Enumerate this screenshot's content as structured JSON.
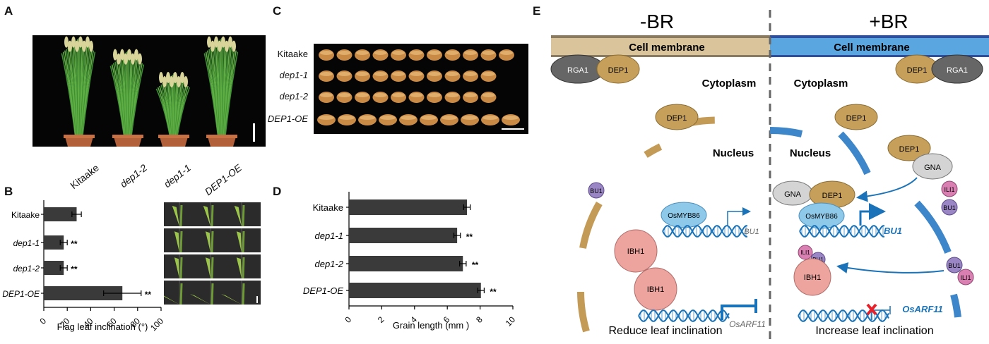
{
  "panels": {
    "A": {
      "letter": "A",
      "labels": [
        "Kitaake",
        "dep1-2",
        "dep1-1",
        "DEP1-OE"
      ],
      "heights": [
        0.78,
        0.68,
        0.5,
        0.78
      ]
    },
    "B": {
      "letter": "B",
      "xlabel": "Flag leaf inclination (°)",
      "sig": "**",
      "chart_data": {
        "type": "bar",
        "orientation": "horizontal",
        "categories": [
          "Kitaake",
          "dep1-1",
          "dep1-2",
          "DEP1-OE"
        ],
        "values": [
          28,
          17,
          17,
          67
        ],
        "errors": [
          4,
          3,
          3,
          16
        ],
        "significant": [
          false,
          true,
          true,
          true
        ],
        "xlim": [
          0,
          100
        ],
        "xticks": [
          0,
          20,
          40,
          60,
          80,
          100
        ],
        "xlabel": "Flag leaf inclination (°)",
        "ylabel": ""
      }
    },
    "C": {
      "letter": "C",
      "labels": [
        "Kitaake",
        "dep1-1",
        "dep1-2",
        "DEP1-OE"
      ],
      "italic": [
        false,
        true,
        true,
        true
      ],
      "grain_counts": [
        11,
        10,
        10,
        10
      ]
    },
    "D": {
      "letter": "D",
      "xlabel": "Grain length (mm )",
      "sig": "**",
      "chart_data": {
        "type": "bar",
        "orientation": "horizontal",
        "categories": [
          "Kitaake",
          "dep1-1",
          "dep1-2",
          "DEP1-OE"
        ],
        "values": [
          7.2,
          6.6,
          6.95,
          8.05
        ],
        "errors": [
          0.2,
          0.2,
          0.2,
          0.2
        ],
        "significant": [
          false,
          true,
          true,
          true
        ],
        "xlim": [
          0,
          10
        ],
        "xticks": [
          0,
          2,
          4,
          6,
          8,
          10
        ],
        "xlabel": "Grain length (mm )",
        "ylabel": ""
      }
    },
    "E": {
      "letter": "E",
      "minus_br": "-BR",
      "plus_br": "+BR",
      "membrane": "Cell membrane",
      "cytoplasm": "Cytoplasm",
      "nucleus": "Nucleus",
      "rga1": "RGA1",
      "dep1": "DEP1",
      "gna": "GNA",
      "bu1": "BU1",
      "ili1": "ILI1",
      "ibh1": "IBH1",
      "osmyb86": "OsMYB86",
      "gene_bu1": "BU1",
      "gene_osarf11": "OsARF11",
      "reduce": "Reduce leaf inclination",
      "increase": "Increase leaf inclination",
      "colors": {
        "dep1": "#c6a05b",
        "rga1": "#666666",
        "gna": "#d4d4d4",
        "bu1": "#9a86c4",
        "ili1": "#d97fb2",
        "ibh1": "#eda39e",
        "myb": "#8ec9ea",
        "membrane_left": "#d9c49c",
        "membrane_right": "#5aa6e0",
        "nuc_left": "#c49b56",
        "nuc_right": "#3d86c9",
        "dna": "#1a73b8"
      }
    }
  }
}
